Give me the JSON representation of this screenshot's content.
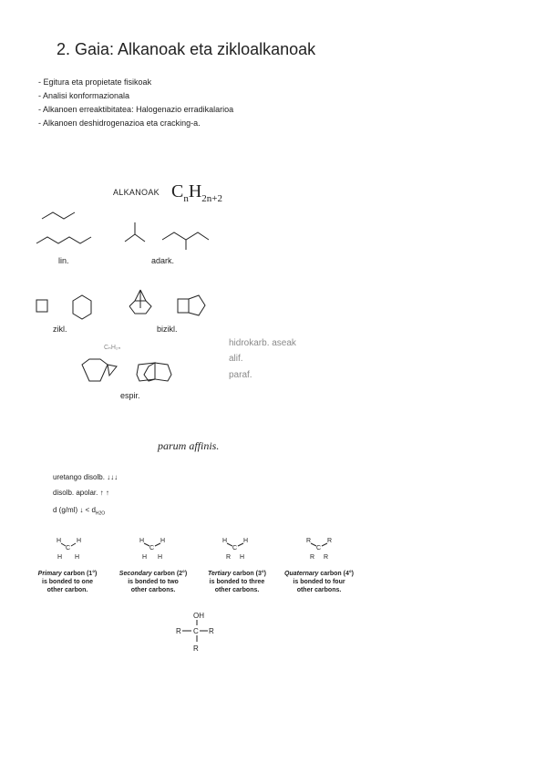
{
  "title": "2. Gaia: Alkanoak eta zikloalkanoak",
  "bullets": [
    "- Egitura eta propietate fisikoak",
    "- Analisi konformazionala",
    "- Alkanoen erreaktibitatea: Halogenazio erradikalarioa",
    "- Alkanoen deshidrogenazioa eta cracking-a."
  ],
  "alkanoak": {
    "label": "ALKANOAK",
    "formula_main": "C",
    "formula_sub1": "n",
    "formula_h": "H",
    "formula_sub2": "2n+2"
  },
  "structure_labels": {
    "lin": "lin.",
    "adark": "adark.",
    "zikl": "zikl.",
    "bizikl": "bizikl.",
    "espir": "espir.",
    "cyclo_formula": "CₙH₂ₙ"
  },
  "side_notes": [
    "hidrokarb. aseak",
    "alif.",
    "paraf."
  ],
  "parum": "parum affinis.",
  "properties": [
    "uretango disolb. ↓↓↓",
    "disolb. apolar. ↑ ↑",
    "d (g/ml) ↓  < d"
  ],
  "properties_sub": "H2O",
  "carbons": [
    {
      "type": "Primary",
      "rest": "carbon (1°)",
      "line2": "is bonded to one",
      "line3": "other carbon."
    },
    {
      "type": "Secondary",
      "rest": "carbon (2°)",
      "line2": "is bonded to two",
      "line3": "other carbons."
    },
    {
      "type": "Tertiary",
      "rest": "carbon (3°)",
      "line2": "is bonded to three",
      "line3": "other carbons."
    },
    {
      "type": "Quaternary",
      "rest": "carbon (4°)",
      "line2": "is bonded to four",
      "line3": "other carbons."
    }
  ],
  "alcohol": {
    "oh": "OH",
    "c": "C",
    "r": "R"
  }
}
